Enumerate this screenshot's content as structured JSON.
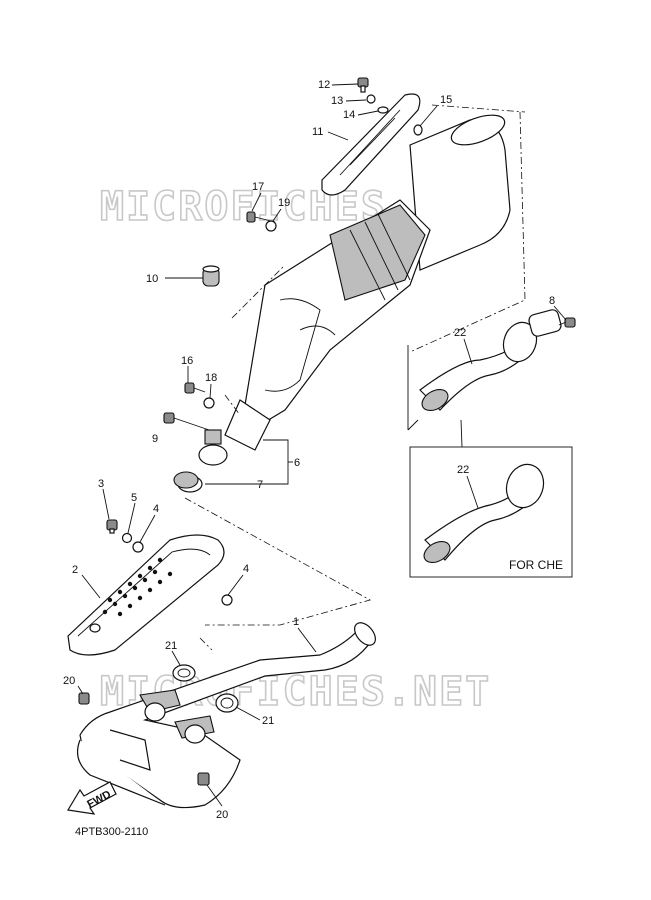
{
  "watermark": "MICROFICHES.NET",
  "diagram_code": "4PTB300-2110",
  "inset_note": "FOR CHE",
  "fwd_label": "FWD",
  "callouts": {
    "c1": "1",
    "c2": "2",
    "c3": "3",
    "c4a": "4",
    "c4b": "4",
    "c5": "5",
    "c6": "6",
    "c7": "7",
    "c8": "8",
    "c9": "9",
    "c10": "10",
    "c11": "11",
    "c12": "12",
    "c13": "13",
    "c14": "14",
    "c15": "15",
    "c16": "16",
    "c17": "17",
    "c18": "18",
    "c19": "19",
    "c20a": "20",
    "c20b": "20",
    "c21a": "21",
    "c21b": "21",
    "c22a": "22",
    "c22b": "22"
  }
}
